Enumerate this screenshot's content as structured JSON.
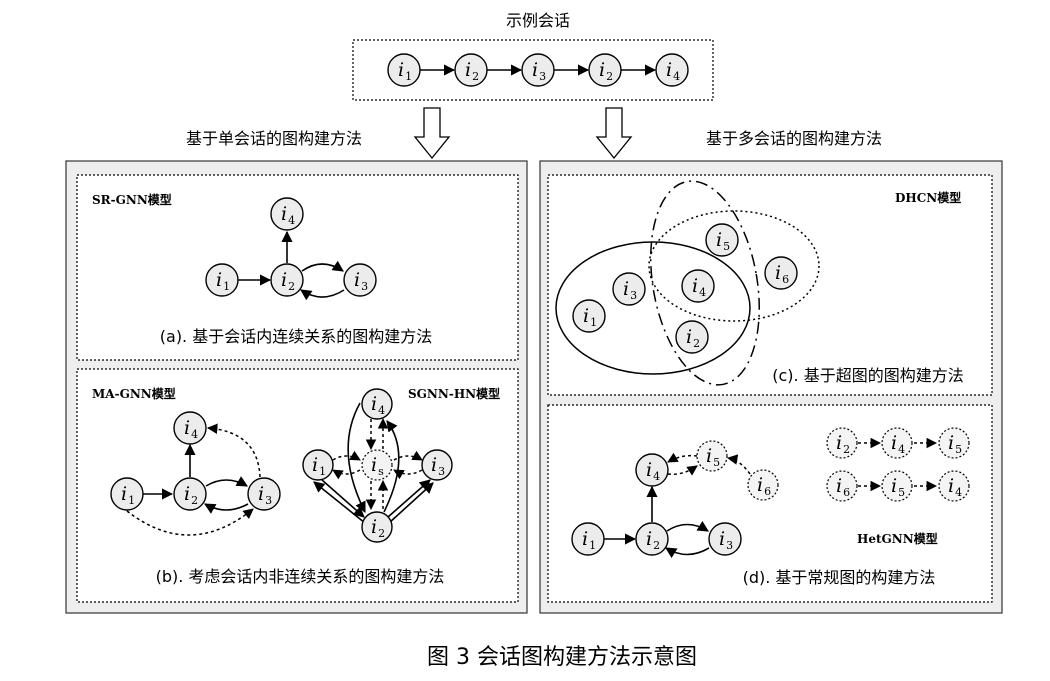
{
  "top": {
    "title": "示例会话"
  },
  "left_column": {
    "heading": "基于单会话的图构建方法"
  },
  "right_column": {
    "heading": "基于多会话的图构建方法"
  },
  "panel_a": {
    "model": "SR-GNN模型",
    "caption": "(a). 基于会话内连续关系的图构建方法"
  },
  "panel_b": {
    "model_left": "MA-GNN模型",
    "model_right": "SGNN-HN模型",
    "caption": "(b). 考虑会话内非连续关系的图构建方法"
  },
  "panel_c": {
    "model": "DHCN模型",
    "caption": "(c). 基于超图的图构建方法"
  },
  "panel_d": {
    "model": "HetGNN模型",
    "caption": "(d). 基于常规图的构建方法"
  },
  "figure_caption": "图 3 会话图构建方法示意图",
  "node_symbol": "i",
  "node_subscripts": {
    "n1": "1",
    "n2": "2",
    "n3": "3",
    "n4": "4",
    "n5": "5",
    "n6": "6",
    "ns": "s"
  }
}
